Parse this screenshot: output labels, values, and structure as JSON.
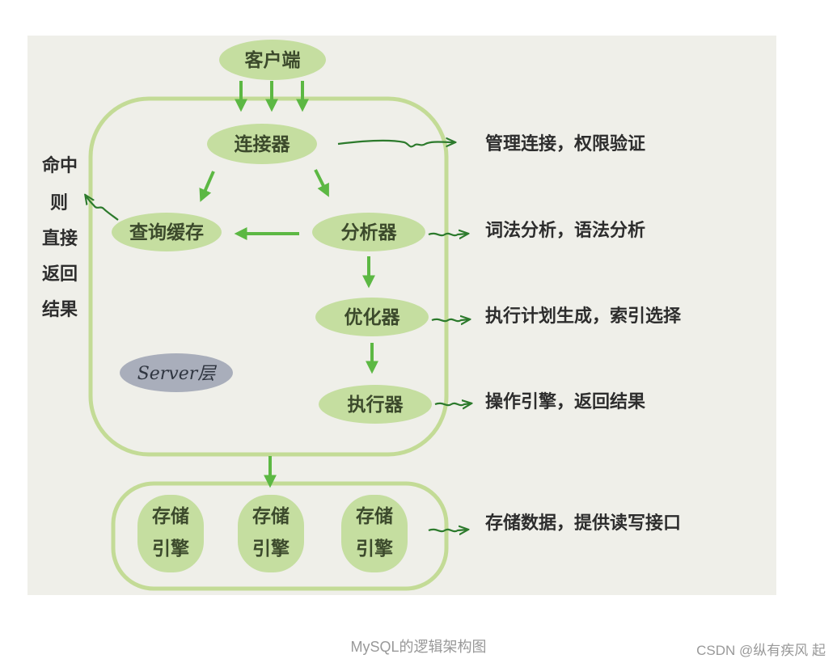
{
  "diagram": {
    "client": "客户端",
    "connector": "连接器",
    "query_cache": "查询缓存",
    "analyzer": "分析器",
    "optimizer": "优化器",
    "executor": "执行器",
    "server_layer": "Server层",
    "cache_hit_lines": [
      "命中",
      "则",
      "直接",
      "返回",
      "结果"
    ],
    "engines": [
      {
        "line1": "存储",
        "line2": "引擎"
      },
      {
        "line1": "存储",
        "line2": "引擎"
      },
      {
        "line1": "存储",
        "line2": "引擎"
      }
    ],
    "notes": {
      "connector": "管理连接，权限验证",
      "analyzer": "词法分析，语法分析",
      "optimizer": "执行计划生成，索引选择",
      "executor": "操作引擎，返回结果",
      "engine": "存储数据，提供读写接口"
    },
    "colors": {
      "node_fill": "#c5dea0",
      "outline": "#c3db96",
      "arrow": "#5cb843",
      "note_arrow": "#2c7a2c",
      "server_badge": "#a9aebb"
    }
  },
  "caption": "MySQL的逻辑架构图",
  "watermark": "CSDN @纵有疾风 起"
}
